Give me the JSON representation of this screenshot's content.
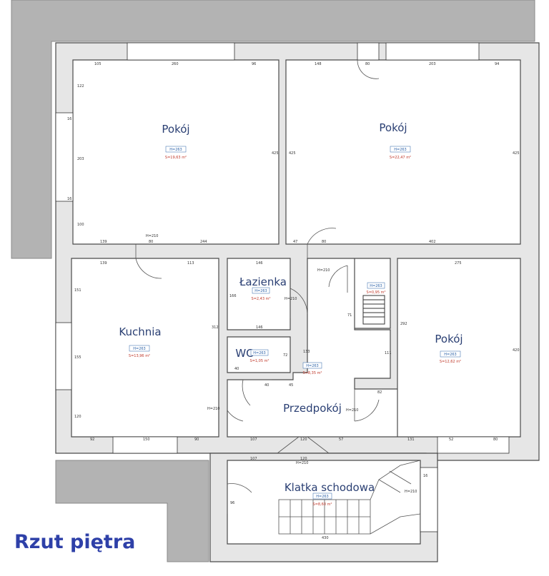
{
  "title": "Rzut piętra",
  "colors": {
    "wall_fill": "#e6e6e6",
    "wall_line": "#4a4a4a",
    "outside_gray": "#b3b3b3",
    "room_text": "#2a3f73",
    "height_text": "#2b62a8",
    "area_text": "#c0392b",
    "title": "#2e40a8"
  },
  "rooms": [
    {
      "key": "pokoj1",
      "name": "Pokój",
      "height": "H=263",
      "area": "S=19,63 m²"
    },
    {
      "key": "pokoj2",
      "name": "Pokój",
      "height": "H=263",
      "area": "S=22,47 m²"
    },
    {
      "key": "lazienka",
      "name": "Łazienka",
      "height": "H=263",
      "area": "S=2,43 m²"
    },
    {
      "key": "kuchnia",
      "name": "Kuchnia",
      "height": "H=263",
      "area": "S=13,96 m²"
    },
    {
      "key": "wc",
      "name": "WC",
      "height": "H=263",
      "area": "S=1,05 m²"
    },
    {
      "key": "pokoj3",
      "name": "Pokój",
      "height": "H=263",
      "area": "S=12,62 m²"
    },
    {
      "key": "przedpokoj",
      "name": "Przedpokój",
      "height": "H=263",
      "area": "S=8,35 m²"
    },
    {
      "key": "klatka",
      "name": "Klatka schodowa",
      "height": "H=263",
      "area": "S=8,60 m²"
    },
    {
      "key": "schowek",
      "name": "",
      "height": "H=263",
      "area": "S=0,95 m²"
    }
  ],
  "dims": {
    "d01": "105",
    "d02": "260",
    "d03": "96",
    "d04": "148",
    "d05": "80",
    "d06": "203",
    "d07": "94",
    "d08": "122",
    "d09": "203",
    "d10": "100",
    "d11": "425",
    "d12": "425",
    "d13": "425",
    "d14": "139",
    "d15": "80",
    "d16": "244",
    "d17": "47",
    "d18": "80",
    "d19": "402",
    "d20": "139",
    "d21": "113",
    "d22": "151",
    "d23": "155",
    "d24": "120",
    "d25": "312",
    "d26": "92",
    "d27": "150",
    "d28": "90",
    "d29": "146",
    "d30": "166",
    "d31": "146",
    "d32": "275",
    "d33": "292",
    "d34": "420",
    "d35": "131",
    "d36": "52",
    "d37": "80",
    "d38": "107",
    "d39": "120",
    "d40": "57",
    "d41": "107",
    "d42": "120",
    "d43": "96",
    "d44": "430",
    "d45": "40",
    "d46": "72",
    "d47": "40",
    "d48": "45",
    "d49": "82",
    "d50": "133",
    "d51": "111",
    "d52": "71",
    "d53": "16",
    "d54": "16",
    "d55": "16"
  },
  "door_heights": {
    "h1": "H=210",
    "h2": "H=210",
    "h3": "H=210",
    "h4": "H=210",
    "h5": "H=210",
    "h6": "H=210",
    "h7": "H=210"
  }
}
